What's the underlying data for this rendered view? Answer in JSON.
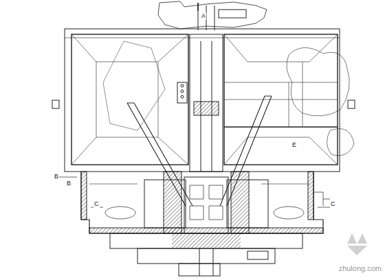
{
  "diagram": {
    "labels": [
      "A",
      "B",
      "B",
      "C",
      "C",
      "E",
      "zhulong.com"
    ]
  }
}
